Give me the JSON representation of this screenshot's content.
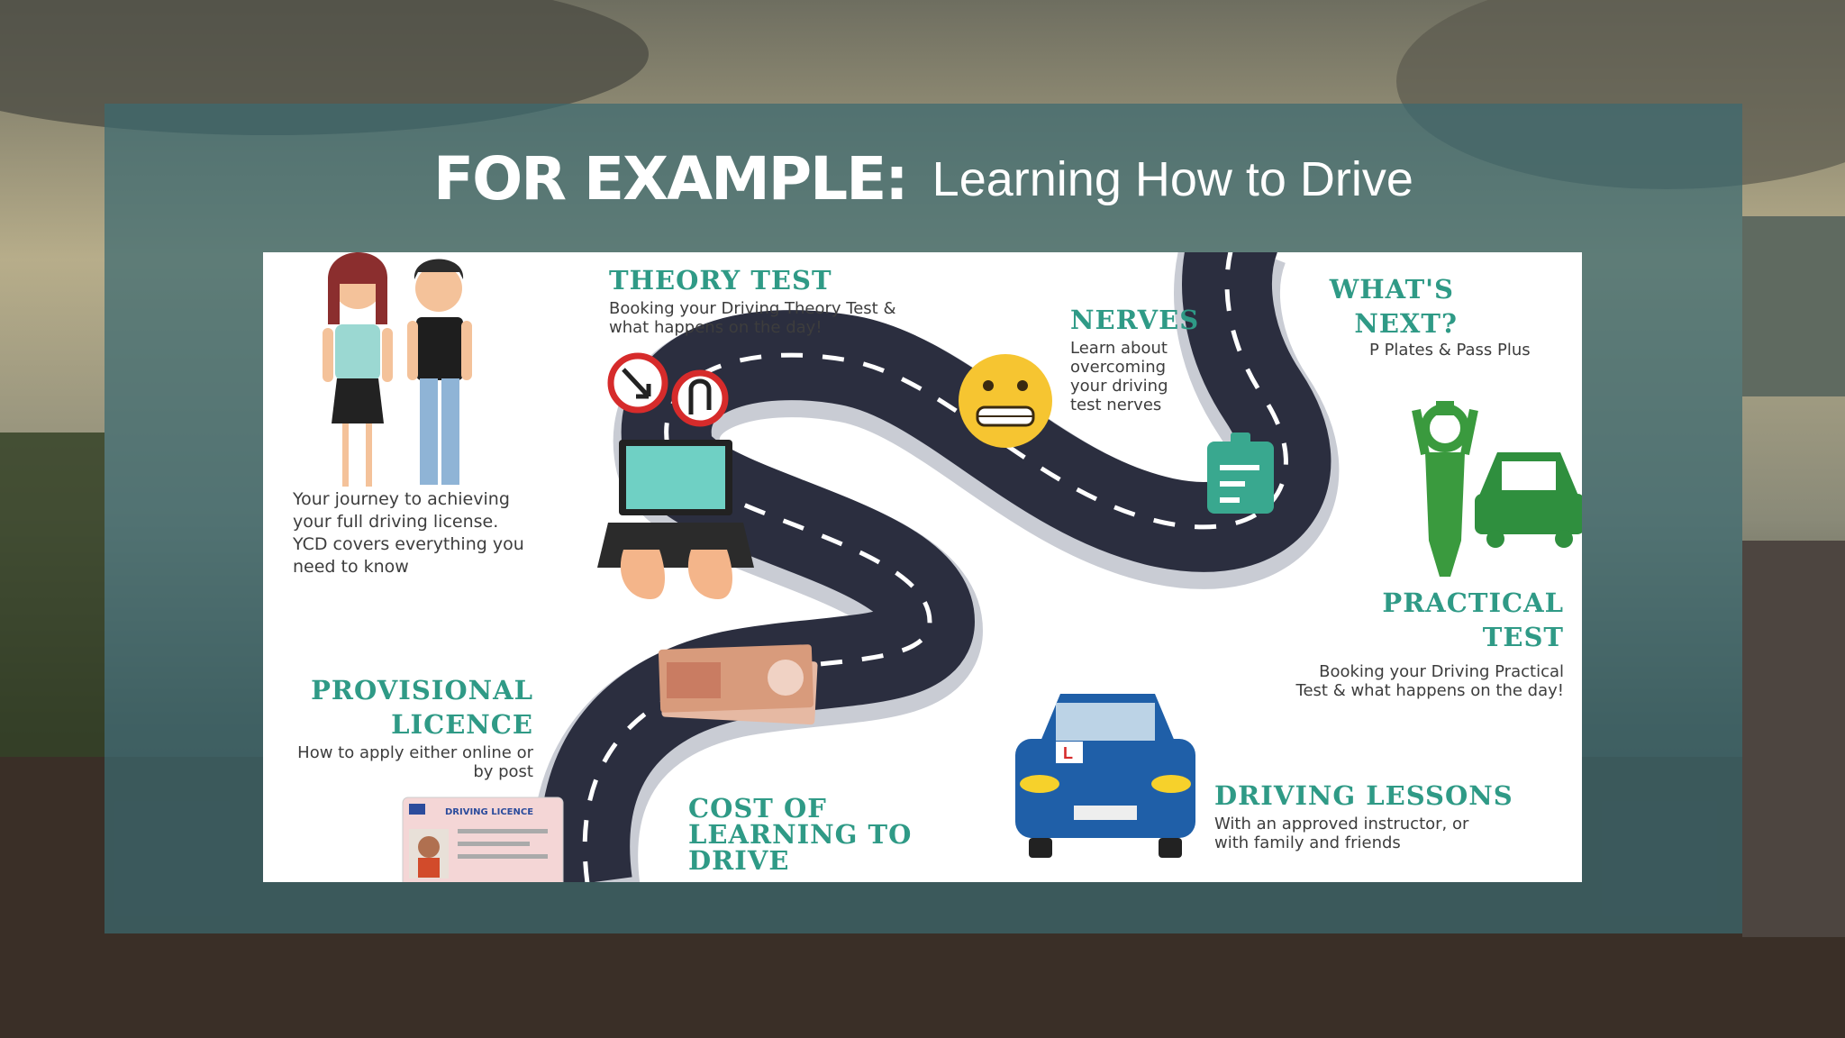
{
  "title": {
    "prefix": "FOR EXAMPLE:",
    "subject": "Learning How to Drive"
  },
  "infographic": {
    "intro": "Your journey to achieving your full driving license. YCD covers everything you need to know",
    "theory_test": {
      "heading": "THEORY TEST",
      "text": "Booking your Driving Theory Test & what happens on the day!"
    },
    "nerves": {
      "heading": "NERVES",
      "text": "Learn about overcoming your driving test nerves"
    },
    "whats_next": {
      "heading_line1": "WHAT'S",
      "heading_line2": "NEXT?",
      "text": "P Plates & Pass Plus"
    },
    "practical_test": {
      "heading_line1": "PRACTICAL",
      "heading_line2": "TEST",
      "text": "Booking your Driving Practical Test & what happens on the day!"
    },
    "provisional_licence": {
      "heading_line1": "PROVISIONAL",
      "heading_line2": "LICENCE",
      "text": "How to apply either online or by post"
    },
    "cost": {
      "heading_line1": "COST OF",
      "heading_line2": "LEARNING TO",
      "heading_line3": "DRIVE"
    },
    "driving_lessons": {
      "heading": "DRIVING LESSONS",
      "text": "With an approved instructor, or with family and friends"
    },
    "licence_card_label": "DRIVING LICENCE",
    "l_plate": "L"
  },
  "colors": {
    "accent": "#2f9a86",
    "road": "#2b2e3f",
    "car": "#1f5fa8",
    "panel": "#3c6970"
  },
  "icons": [
    "people-illustration",
    "no-right-turn-icon",
    "no-u-turn-icon",
    "laptop-icon",
    "grimace-emoji-icon",
    "checklist-icon",
    "person-celebrating-icon",
    "car-icon",
    "banknotes-icon",
    "blue-car-icon",
    "driving-licence-card"
  ]
}
